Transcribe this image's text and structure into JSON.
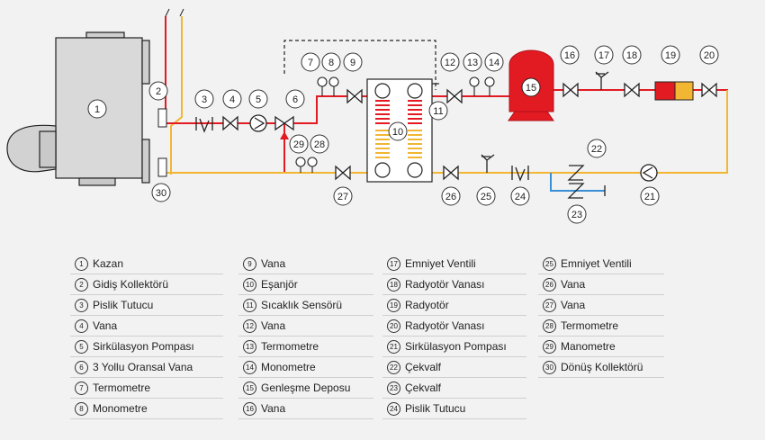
{
  "diagram": {
    "pipe_colors": {
      "supply": "#e21b23",
      "return": "#f2b632",
      "cold": "#3a8fd6",
      "outline": "#222222"
    },
    "callouts": [
      "1",
      "2",
      "3",
      "4",
      "5",
      "6",
      "7",
      "8",
      "9",
      "10",
      "11",
      "12",
      "13",
      "14",
      "15",
      "16",
      "17",
      "18",
      "19",
      "20",
      "21",
      "22",
      "23",
      "24",
      "25",
      "26",
      "27",
      "28",
      "29",
      "30"
    ],
    "tank_label": "15"
  },
  "legend": {
    "items": [
      {
        "num": "1",
        "label": "Kazan"
      },
      {
        "num": "2",
        "label": "Gidiş Kollektörü"
      },
      {
        "num": "3",
        "label": "Pislik Tutucu"
      },
      {
        "num": "4",
        "label": "Vana"
      },
      {
        "num": "5",
        "label": "Sirkülasyon Pompası"
      },
      {
        "num": "6",
        "label": "3 Yollu Oransal Vana"
      },
      {
        "num": "7",
        "label": "Termometre"
      },
      {
        "num": "8",
        "label": "Monometre"
      },
      {
        "num": "9",
        "label": "Vana"
      },
      {
        "num": "10",
        "label": "Eşanjör"
      },
      {
        "num": "11",
        "label": "Sıcaklık Sensörü"
      },
      {
        "num": "12",
        "label": "Vana"
      },
      {
        "num": "13",
        "label": "Termometre"
      },
      {
        "num": "14",
        "label": "Monometre"
      },
      {
        "num": "15",
        "label": "Genleşme Deposu"
      },
      {
        "num": "16",
        "label": "Vana"
      },
      {
        "num": "17",
        "label": "Emniyet Ventili"
      },
      {
        "num": "18",
        "label": "Radyotör Vanası"
      },
      {
        "num": "19",
        "label": "Radyotör"
      },
      {
        "num": "20",
        "label": "Radyotör Vanası"
      },
      {
        "num": "21",
        "label": "Sirkülasyon Pompası"
      },
      {
        "num": "22",
        "label": "Çekvalf"
      },
      {
        "num": "23",
        "label": "Çekvalf"
      },
      {
        "num": "24",
        "label": "Pislik Tutucu"
      },
      {
        "num": "25",
        "label": "Emniyet Ventili"
      },
      {
        "num": "26",
        "label": "Vana"
      },
      {
        "num": "27",
        "label": "Vana"
      },
      {
        "num": "28",
        "label": "Termometre"
      },
      {
        "num": "29",
        "label": "Manometre"
      },
      {
        "num": "30",
        "label": "Dönüş Kollektörü"
      }
    ]
  }
}
